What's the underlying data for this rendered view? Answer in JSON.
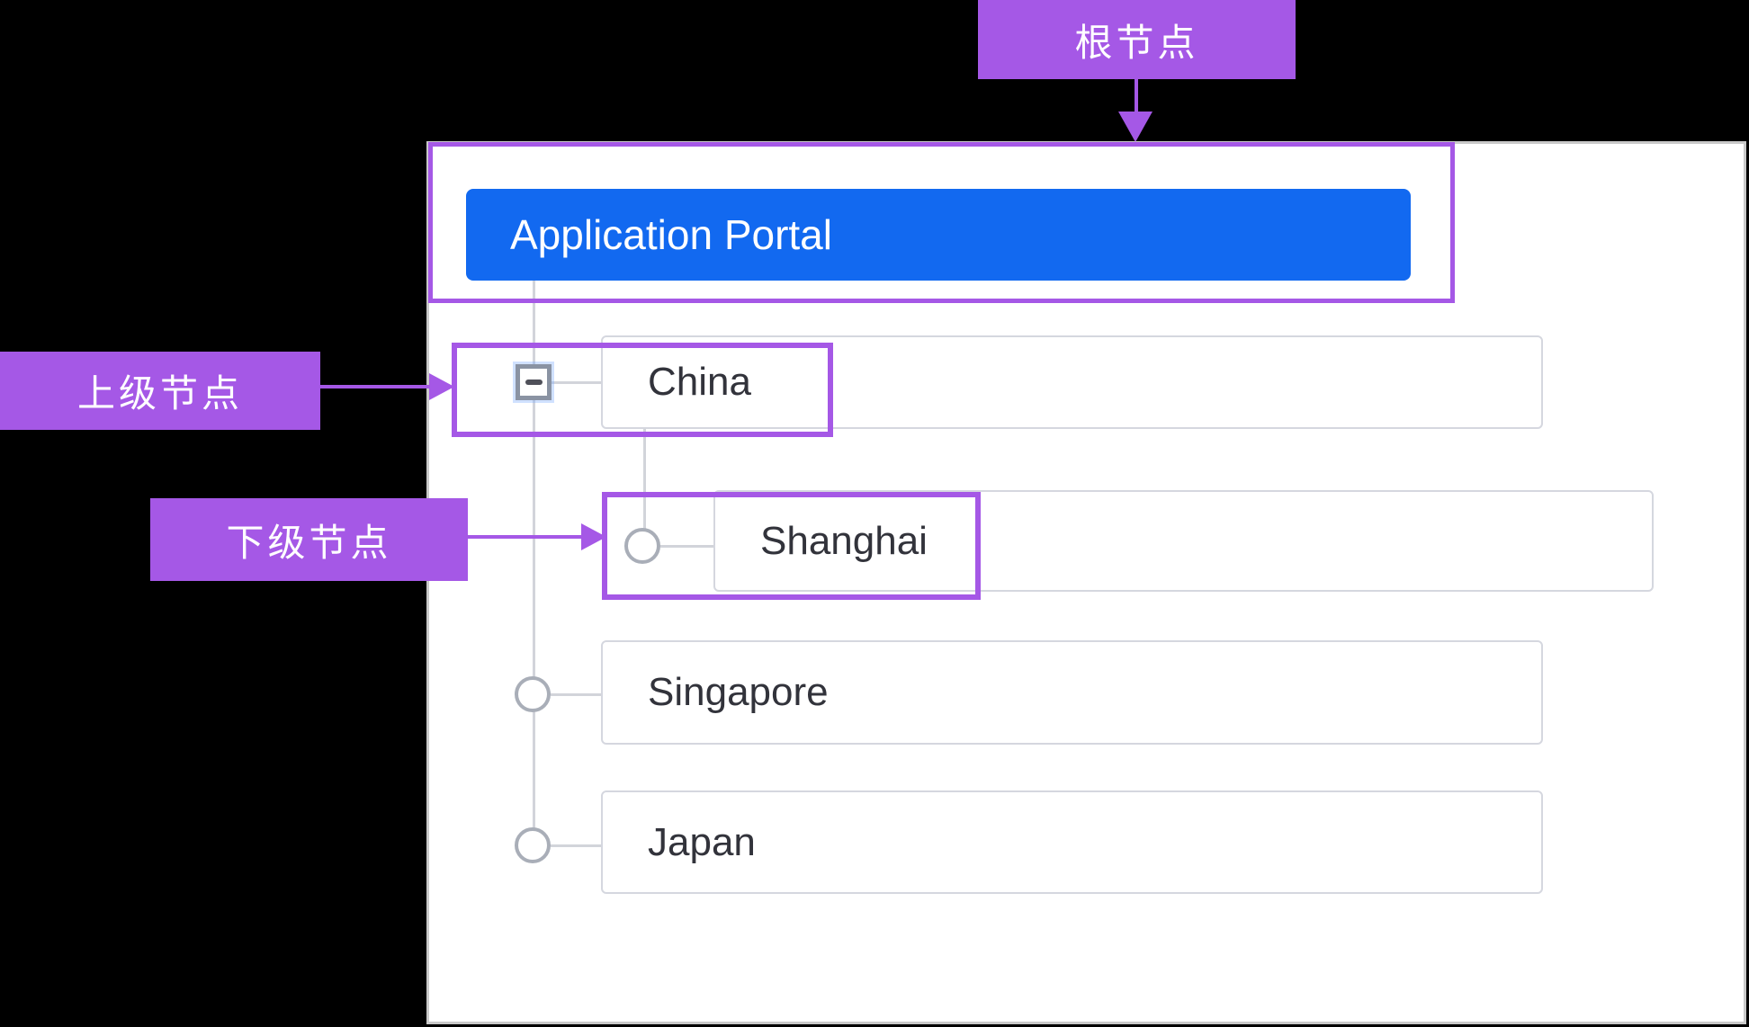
{
  "annotations": {
    "root": {
      "text": "根节点"
    },
    "parent": {
      "text": "上级节点"
    },
    "child": {
      "text": "下级节点"
    }
  },
  "tree": {
    "root": {
      "label": "Application Portal",
      "selected": true
    },
    "nodes": [
      {
        "label": "China",
        "level": 1,
        "expander": "minus-square",
        "state": "expanded"
      },
      {
        "label": "Shanghai",
        "level": 2,
        "expander": "circle",
        "state": "leaf"
      },
      {
        "label": "Singapore",
        "level": 1,
        "expander": "circle",
        "state": "leaf"
      },
      {
        "label": "Japan",
        "level": 1,
        "expander": "circle",
        "state": "leaf"
      }
    ]
  },
  "colors": {
    "page_background": "#000000",
    "panel_background": "#ffffff",
    "panel_border": "#c9c9c9",
    "annotation_purple": "#a558e6",
    "selected_node_blue": "#1269f0",
    "node_border": "#d5d7df",
    "node_text": "#32333b",
    "connector_gray": "#d2d4da"
  }
}
